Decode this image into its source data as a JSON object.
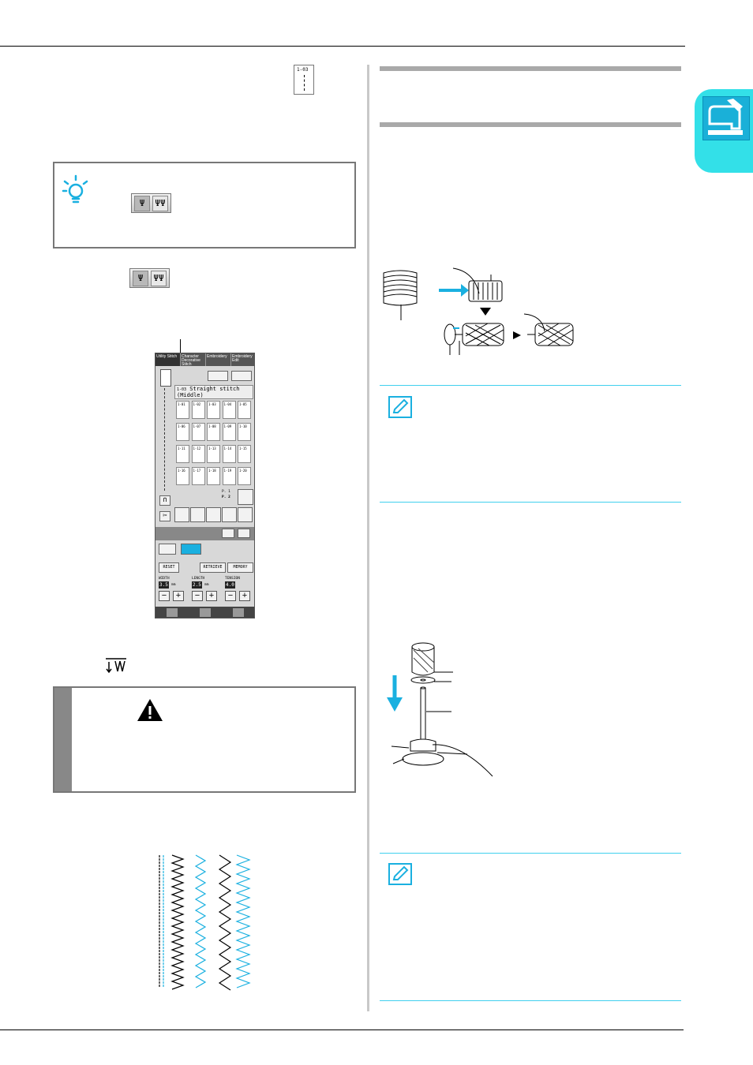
{
  "icons": {
    "tab": "sewing-machine-icon",
    "note": "lightbulb-note-icon",
    "caution": "warning-triangle-icon",
    "memo": "pencil-memo-icon"
  },
  "colors": {
    "accent": "#33e0e8",
    "arrow_blue": "#1ab0e0",
    "memo_rule": "#40d0ee"
  },
  "stitch_key": {
    "label": "1-03"
  },
  "needle_buttons": {
    "single": "Ψ",
    "twin": "ΨΨ"
  },
  "lcd": {
    "tabs": [
      "Utility Stitch",
      "Character Decorative Stitch",
      "Embroidery",
      "Embroidery Edit"
    ],
    "stitch_code": "1-03",
    "stitch_name": "Straight stitch (Middle)",
    "keys": [
      "1-01",
      "1-02",
      "1-03",
      "1-04",
      "1-05",
      "1-06",
      "1-07",
      "1-08",
      "1-09",
      "1-10",
      "1-11",
      "1-12",
      "1-13",
      "1-14",
      "1-15",
      "1-16",
      "1-17",
      "1-18",
      "1-19",
      "1-20"
    ],
    "page": "P. 1",
    "page_total": "P. 2",
    "reset": "RESET",
    "retrieve": "RETRIEVE",
    "memory": "MEMORY",
    "width_label": "WIDTH",
    "width_value": "3.5",
    "length_label": "LENGTH",
    "length_value": "2.5",
    "tension_label": "TENSION",
    "tension_value": "4.0",
    "unit": "mm",
    "minus": "−",
    "plus": "+"
  }
}
